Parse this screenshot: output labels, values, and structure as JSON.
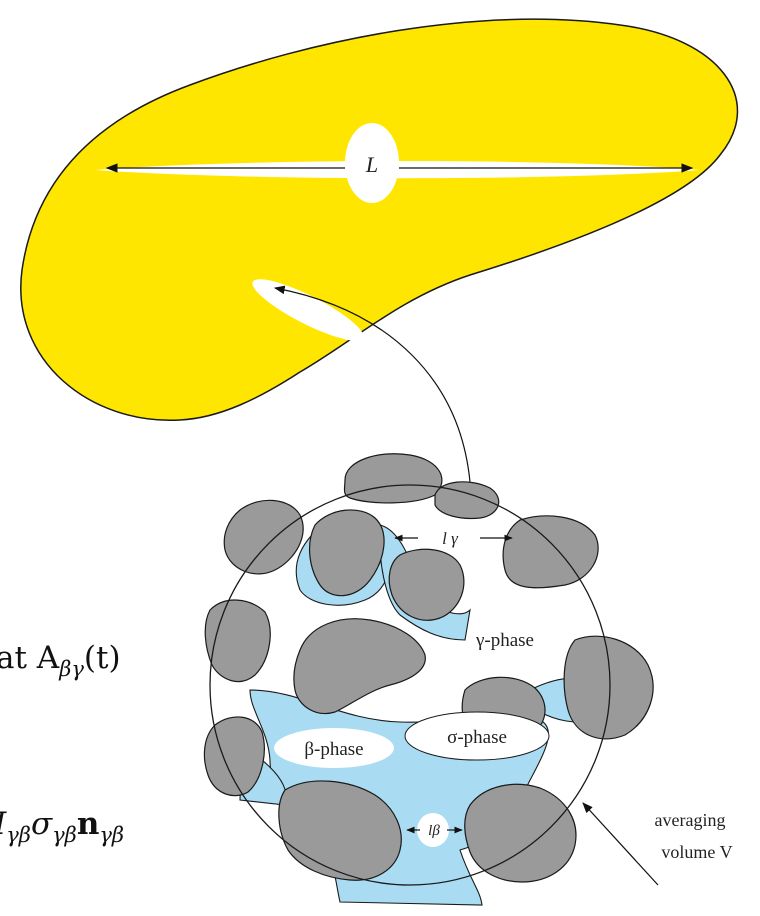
{
  "diagram": {
    "macro_length_label": "L",
    "micro_length_gamma_label": "l γ",
    "micro_length_beta_label": "lβ",
    "gamma_phase_label": "γ-phase",
    "beta_phase_label": "β-phase",
    "sigma_phase_label": "σ-phase",
    "averaging_volume_label_line1": "averaging",
    "averaging_volume_label_line2": "volume V",
    "equation_fragment_1": "at A",
    "equation_fragment_1_sub": "βγ",
    "equation_fragment_1_tail": "(t)",
    "equation_fragment_2_I": "I",
    "equation_fragment_2_I_sub": "γβ",
    "equation_fragment_2_sigma": "σ",
    "equation_fragment_2_sigma_sub": "γβ",
    "equation_fragment_2_n": "n",
    "equation_fragment_2_n_sub": "γβ"
  },
  "colors": {
    "macro_region": "#ffe600",
    "beta_phase": "#a9dcf2",
    "grains": "#9a9a9a",
    "outline": "#1a1a1a",
    "background": "#ffffff"
  }
}
